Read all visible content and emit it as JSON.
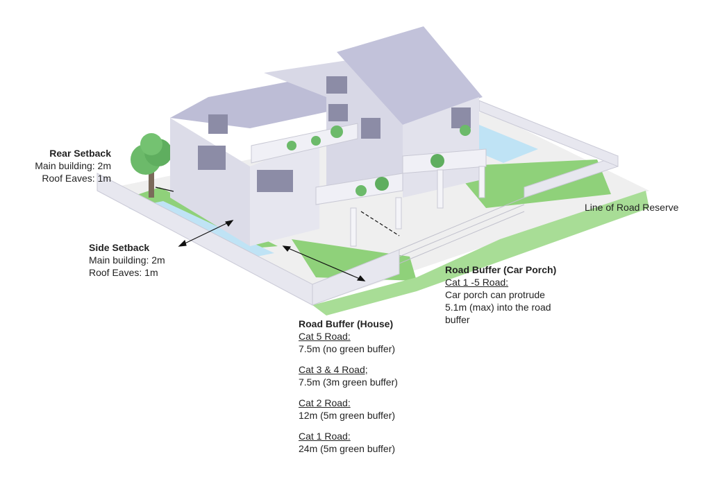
{
  "rear_setback": {
    "title": "Rear Setback",
    "main_building": "Main building:  2m",
    "roof_eaves": "Roof Eaves:  1m"
  },
  "side_setback": {
    "title": "Side Setback",
    "main_building": "Main building:  2m",
    "roof_eaves": "Roof Eaves:  1m"
  },
  "line_of_road_reserve": "Line of Road Reserve",
  "road_buffer_car_porch": {
    "title": "Road Buffer (Car Porch)",
    "cat": "Cat 1 -5 Road:",
    "line1": "Car porch can protrude",
    "line2": "5.1m (max) into the road",
    "line3": "buffer"
  },
  "road_buffer_house": {
    "title": "Road Buffer (House)",
    "items": [
      {
        "cat": "Cat 5 Road:",
        "value": "7.5m (no green buffer)"
      },
      {
        "cat": "Cat 3 & 4 Road;",
        "value": "7.5m (3m green buffer)"
      },
      {
        "cat": "Cat  2 Road:",
        "value": "12m (5m green buffer)"
      },
      {
        "cat": "Cat 1 Road:",
        "value": "24m (5m green buffer)"
      }
    ]
  },
  "colors": {
    "grass": "#8fd17a",
    "pool": "#bfe3f5",
    "wall": "#dcdce8",
    "roof": "#bdbdd6",
    "ground": "#f2f2f2"
  }
}
